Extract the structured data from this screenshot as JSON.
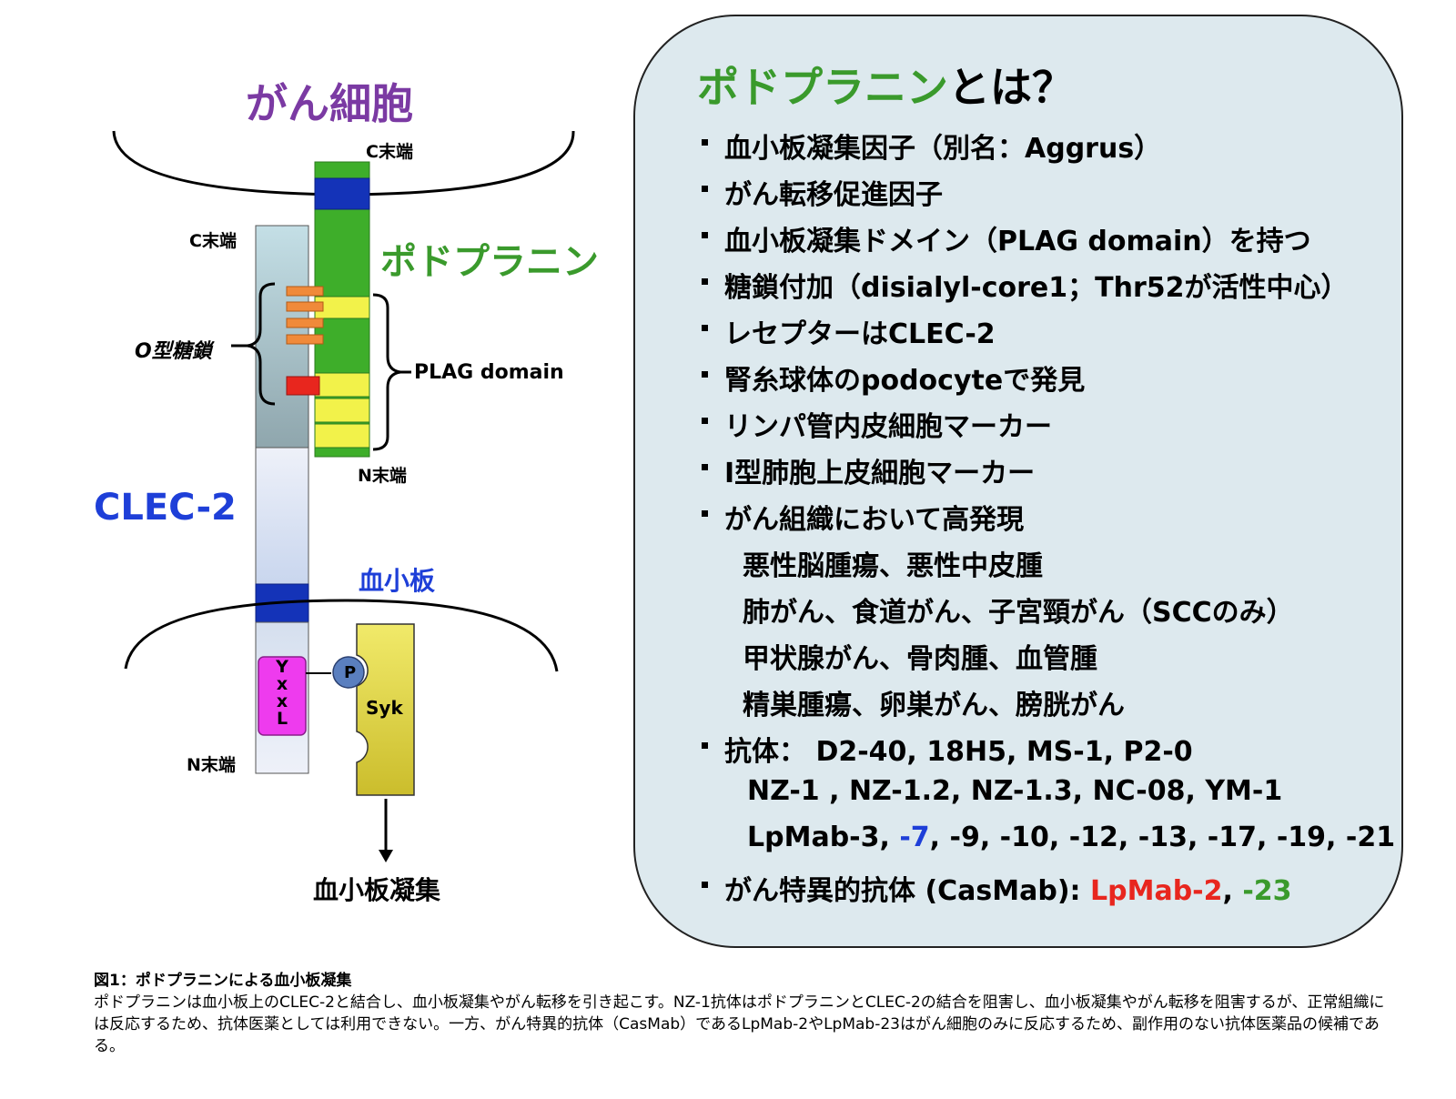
{
  "diagram": {
    "cancer_cell_label": "がん細胞",
    "podoplanin_label": "ポドプラニン",
    "clec2_label": "CLEC-2",
    "platelet_label": "血小板",
    "c_term_podoplanin": "C末端",
    "c_term_clec2": "C末端",
    "n_term_podoplanin": "N末端",
    "n_term_clec2": "N末端",
    "o_glycan_label": "O型糖鎖",
    "plag_domain_label": "PLAG domain",
    "yxxl_label": "YxxL",
    "phospho_label": "P",
    "syk_label": "Syk",
    "aggregation_label": "血小板凝集",
    "colors": {
      "cancer_title": "#7b3aa3",
      "podoplanin_green": "#3aaa2a",
      "plag_yellow": "#f2f24a",
      "clec2_blue": "#1e3fd8",
      "glycan_orange": "#f08a3a",
      "glycan_red": "#e8261e",
      "yxxl_magenta": "#ee3bee",
      "syk_olive": "#e6da47"
    }
  },
  "panel": {
    "title_green": "ポドプラニン",
    "title_rest": "とは？",
    "items": [
      "血小板凝集因子（別名：Aggrus）",
      "がん転移促進因子",
      "血小板凝集ドメイン（PLAG domain）を持つ",
      "糖鎖付加（disialyl-core1；Thr52が活性中心）",
      "レセプターはCLEC-2",
      "腎糸球体のpodocyteで発見",
      "リンパ管内皮細胞マーカー",
      "I型肺胞上皮細胞マーカー",
      "がん組織において高発現"
    ],
    "sub_items": [
      "悪性脳腫瘍、悪性中皮腫",
      "肺がん、食道がん、子宮頸がん（SCCのみ）",
      "甲状腺がん、骨肉腫、血管腫",
      "精巣腫瘍、卵巣がん、膀胱がん"
    ],
    "antibody_label": "抗体： D2-40, 18H5, MS-1, P2-0",
    "antibody_line2": "NZ-1 , NZ-1.2, NZ-1.3, NC-08, YM-1",
    "antibody_line3_a": "LpMab-3, ",
    "antibody_line3_blue": "-7",
    "antibody_line3_b": ", -9, -10, -12, -13, -17, -19, -21",
    "casmab_prefix": "がん特異的抗体 (CasMab): ",
    "casmab_red": "LpMab-2",
    "casmab_sep": ", ",
    "casmab_green": "-23"
  },
  "caption": {
    "title": "図1：ポドプラニンによる血小板凝集",
    "body": "ポドプラニンは血小板上のCLEC-2と結合し、血小板凝集やがん転移を引き起こす。NZ-1抗体はポドプラニンとCLEC-2の結合を阻害し、血小板凝集やがん転移を阻害するが、正常組織には反応するため、抗体医薬としては利用できない。一方、がん特異的抗体（CasMab）であるLpMab-2やLpMab-23はがん細胞のみに反応するため、副作用のない抗体医薬品の候補である。"
  }
}
